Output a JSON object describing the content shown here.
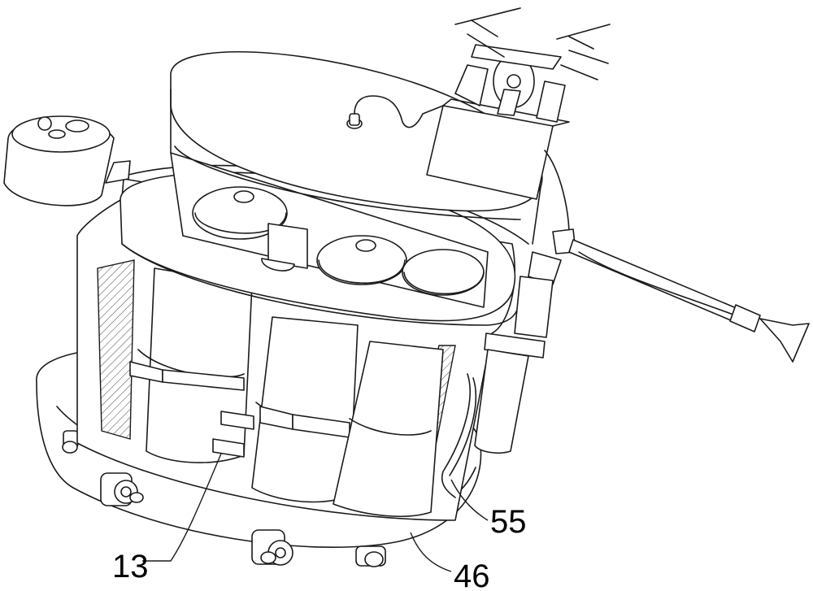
{
  "callouts": {
    "c13": "13",
    "c46": "46",
    "c55": "55"
  },
  "colors": {
    "line": "#1a1a1a",
    "background": "#ffffff"
  }
}
